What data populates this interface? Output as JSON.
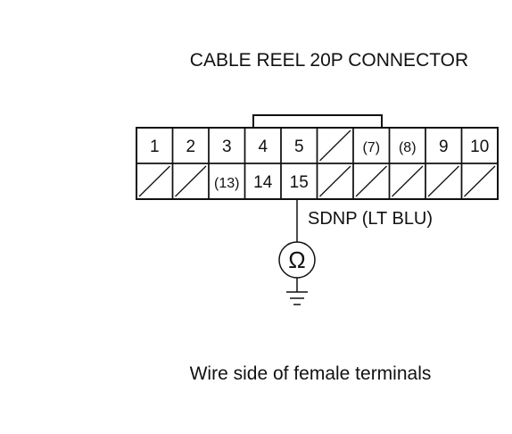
{
  "title": "CABLE REEL 20P CONNECTOR",
  "caption": "Wire side of female terminals",
  "wire_label": "SDNP (LT BLU)",
  "ohm_symbol": "Ω",
  "connector": {
    "top_row": [
      "1",
      "2",
      "3",
      "4",
      "5",
      "",
      "(7)",
      "(8)",
      "9",
      "10"
    ],
    "bottom_row": [
      "",
      "",
      "(13)",
      "14",
      "15",
      "",
      "",
      "",
      "",
      ""
    ]
  },
  "probe_terminal": "15",
  "icons": [
    "ohmmeter-icon",
    "ground-icon"
  ]
}
